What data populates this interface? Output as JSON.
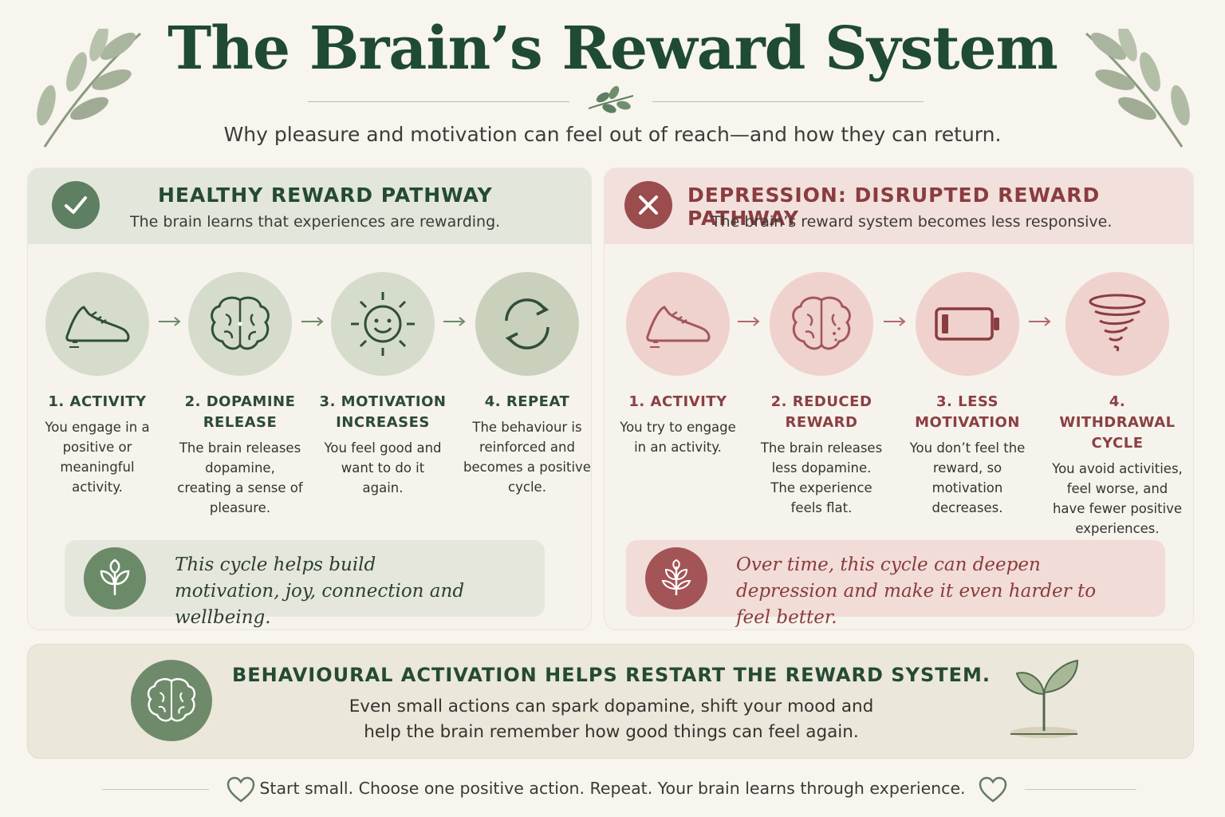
{
  "header": {
    "title": "The Brain’s Reward System",
    "subtitle": "Why pleasure and motivation can feel out of reach—and how they can return."
  },
  "healthy": {
    "title": "HEALTHY REWARD PATHWAY",
    "subtitle": "The brain learns that experiences are rewarding.",
    "steps": [
      {
        "title": "1. ACTIVITY",
        "text": "You engage in a positive or meaningful activity.",
        "icon": "sneaker-icon"
      },
      {
        "title": "2. DOPAMINE RELEASE",
        "text": "The brain releases dopamine, creating a sense of pleasure.",
        "icon": "brain-icon"
      },
      {
        "title": "3. MOTIVATION INCREASES",
        "text": "You feel good and want to do it again.",
        "icon": "smiling-sun-icon"
      },
      {
        "title": "4. REPEAT",
        "text": "The behaviour is reinforced and becomes a positive cycle.",
        "icon": "cycle-arrows-icon"
      }
    ],
    "note": "This cycle helps build motivation, joy, connection and wellbeing."
  },
  "depression": {
    "title": "DEPRESSION: DISRUPTED REWARD PATHWAY",
    "subtitle": "The brain’s reward system becomes less responsive.",
    "steps": [
      {
        "title": "1. ACTIVITY",
        "text": "You try to engage in an activity.",
        "icon": "sneaker-icon"
      },
      {
        "title": "2. REDUCED REWARD",
        "text": "The brain releases less dopamine. The experience feels flat.",
        "icon": "brain-icon"
      },
      {
        "title": "3. LESS MOTIVATION",
        "text": "You don’t feel the reward, so motivation decreases.",
        "icon": "low-battery-icon"
      },
      {
        "title": "4. WITHDRAWAL CYCLE",
        "text": "You avoid activities, feel worse, and have fewer positive experiences.",
        "icon": "tornado-icon"
      }
    ],
    "note": "Over time, this cycle can deepen depression and make it even harder to feel better."
  },
  "activation": {
    "title": "BEHAVIOURAL ACTIVATION HELPS RESTART THE REWARD SYSTEM.",
    "text": "Even small actions can spark dopamine, shift your mood and help the brain remember how good things can feel again."
  },
  "footer": {
    "text": "Start small. Choose one positive action. Repeat. Your brain learns through experience."
  },
  "colors": {
    "healthy_green": "#5e7f61",
    "depression_red": "#9b4c4c",
    "title_green": "#1f4a33",
    "background": "#f8f4ee"
  }
}
